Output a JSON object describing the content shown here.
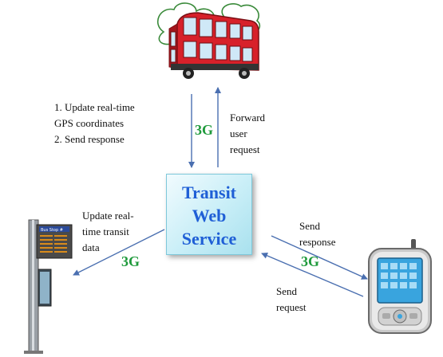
{
  "service": {
    "lines": [
      "Transit",
      "Web",
      "Service"
    ]
  },
  "bus_labels": {
    "up_steps": [
      "1. Update real-time",
      "GPS coordinates",
      "2. Send response"
    ],
    "forward": [
      "Forward",
      "user",
      "request"
    ]
  },
  "stop_label": [
    "Update real-",
    "time transit",
    "data"
  ],
  "phone_labels": {
    "response": [
      "Send",
      "response"
    ],
    "request": [
      "Send",
      "request"
    ]
  },
  "network": {
    "bus_link": "3G",
    "stop_link": "3G",
    "phone_link": "3G"
  },
  "bus_stop_sign": "Bus Stop #",
  "colors": {
    "arrow": "#4a6fb0",
    "network": "#1f9a3c",
    "service_text": "#1f5fd6",
    "bus": "#d7212a",
    "phone_screen": "#39a4de"
  },
  "icons": [
    "double-decker-bus-icon",
    "bus-stop-display-icon",
    "mobile-phone-icon"
  ]
}
